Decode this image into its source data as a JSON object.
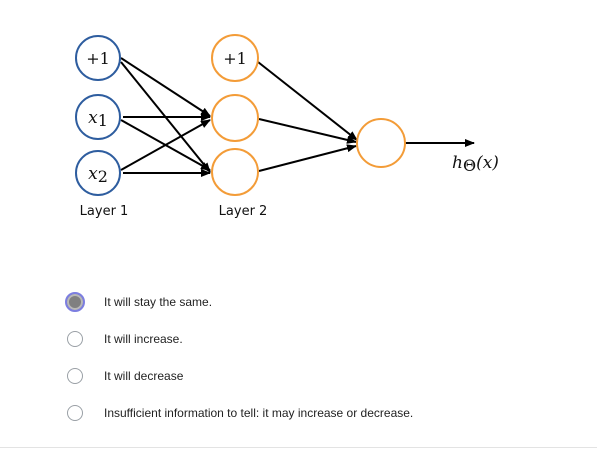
{
  "network": {
    "layer1": {
      "label": "Layer 1",
      "nodes": [
        {
          "label": "+1"
        },
        {
          "label": "x",
          "subscript": "1"
        },
        {
          "label": "x",
          "subscript": "2"
        }
      ]
    },
    "layer2": {
      "label": "Layer 2",
      "bias_label": "+1"
    },
    "output": {
      "label_h": "h",
      "label_theta": "Θ",
      "label_args": "(x)"
    },
    "colors": {
      "input_node": "#2e5d9f",
      "hidden_node": "#f39c38",
      "edge": "#000000"
    }
  },
  "quiz": {
    "options": [
      {
        "label": "It will stay the same.",
        "selected": true
      },
      {
        "label": "It will increase.",
        "selected": false
      },
      {
        "label": "It will decrease",
        "selected": false
      },
      {
        "label": "Insufficient information to tell: it may increase or decrease.",
        "selected": false
      }
    ]
  }
}
